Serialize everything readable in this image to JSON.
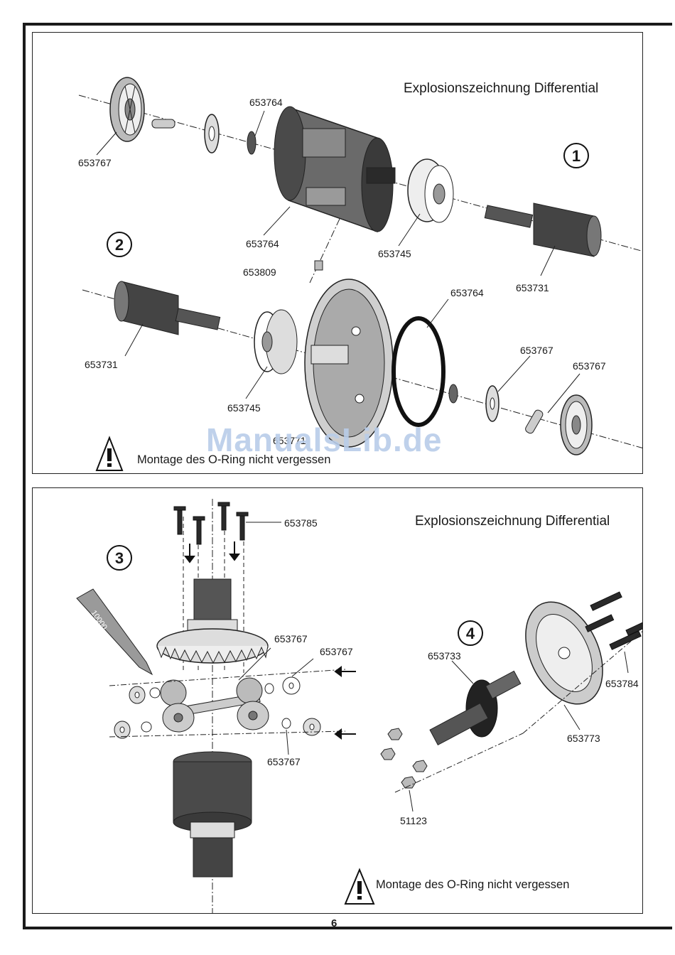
{
  "top_panel": {
    "title": "Explosionszeichnung Differential",
    "steps": [
      "1",
      "2"
    ],
    "part_labels": [
      "653764",
      "653767",
      "653764",
      "653745",
      "653731",
      "653809",
      "653731",
      "653764",
      "653767",
      "653745",
      "653767",
      "653771"
    ],
    "warning": "Montage des O-Ring nicht vergessen"
  },
  "bottom_panel": {
    "title": "Explosionszeichnung Differential",
    "steps": [
      "3",
      "4"
    ],
    "part_labels": [
      "653785",
      "653767",
      "653767",
      "653767",
      "653733",
      "653784",
      "653773",
      "51123"
    ],
    "tool_label": "10000",
    "warning": "Montage des O-Ring nicht vergessen"
  },
  "watermark": "ManualsLib.de",
  "page_number": "6",
  "colors": {
    "ink": "#1a1a1a",
    "part_dark": "#3a3a3a",
    "part_mid": "#8a8a8a",
    "part_light": "#d8d8d8",
    "watermark": "#b9cde9"
  }
}
